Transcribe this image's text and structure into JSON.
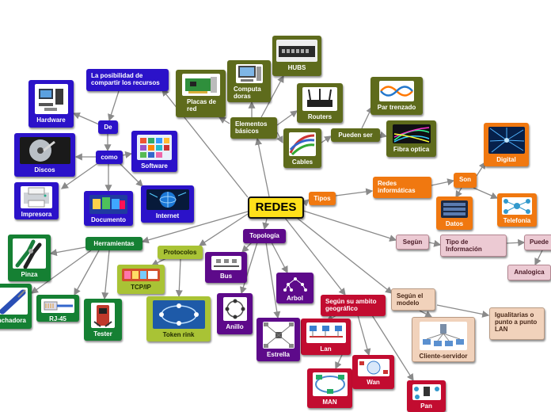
{
  "root": "REDES",
  "nodes": {
    "hardware": "Hardware",
    "posibilidad": "La posibilidad de compartir los recursos",
    "de": "De",
    "como": "como",
    "software": "Software",
    "discos": "Discos",
    "impresora": "Impresora",
    "documento": "Documento",
    "internet": "Internet",
    "placas": "Placas de red",
    "computadoras": "Computa doras",
    "hubs": "HUBS",
    "elementos": "Elementos básicos",
    "routers": "Routers",
    "cables": "Cables",
    "pueden_ser": "Pueden ser",
    "par_trenzado": "Par trenzado",
    "fibra": "Fibra optica",
    "digital": "Digital",
    "son": "Son",
    "redes_info": "Redes informáticas",
    "tipos": "Tipos",
    "datos": "Datos",
    "telefonia": "Telefonía",
    "segun": "Segùn",
    "tipo_info": "Tipo de Información",
    "pueden_partial": "Puede",
    "analogica": "Analogica",
    "herramientas": "Herramientas",
    "pinza": "Pinza",
    "ponchadora": "ponchadora",
    "rj45": "RJ-45",
    "tester": "Tester",
    "protocolos": "Protocolos",
    "tcpip": "TCP/IP",
    "token": "Token rink",
    "topologia": "Topología",
    "bus": "Bus",
    "anillo": "Anillo",
    "estrella": "Estrella",
    "arbol": "Arbol",
    "ambito": "Según su ambito geográfico",
    "lan": "Lan",
    "man": "MAN",
    "wan": "Wan",
    "pan": "Pan",
    "segun_modelo": "Según el modelo",
    "cliente": "Cliente-servidor",
    "igualitarias": "Igualitarias o punto a punto LAN"
  },
  "colors": {
    "blue": "#2b12c9",
    "olive": "#5e6b1c",
    "orange": "#f07810",
    "purple": "#5d0a8a",
    "green": "#158033",
    "red": "#c20c30",
    "tan": "#f1d2bb",
    "pink": "#eccad3",
    "lime": "#a9c335",
    "root": "#ffe01a",
    "connector": "#8a8a8a"
  },
  "icons": {
    "hardware": "computer-set-icon",
    "software": "app-tiles-icon",
    "discos": "hard-disk-icon",
    "impresora": "printer-icon",
    "documento": "documents-icon",
    "internet": "globe-icon",
    "placas": "network-card-icon",
    "computadoras": "desktop-computer-icon",
    "hubs": "hub-icon",
    "routers": "router-icon",
    "cables": "cable-icon",
    "par_trenzado": "twisted-pair-icon",
    "fibra": "optical-fiber-icon",
    "digital": "digital-signal-icon",
    "datos": "data-server-icon",
    "telefonia": "telephone-network-icon",
    "pinza": "crimper-icon",
    "ponchadora": "punch-tool-icon",
    "rj45": "rj45-connector-icon",
    "tester": "cable-tester-icon",
    "tcpip": "tcpip-stack-icon",
    "token": "token-ring-icon",
    "bus": "bus-topology-icon",
    "anillo": "ring-topology-icon",
    "estrella": "star-topology-icon",
    "arbol": "tree-topology-icon",
    "lan": "lan-icon",
    "man": "man-icon",
    "wan": "wan-icon",
    "pan": "pan-icon",
    "cliente": "client-server-icon"
  }
}
